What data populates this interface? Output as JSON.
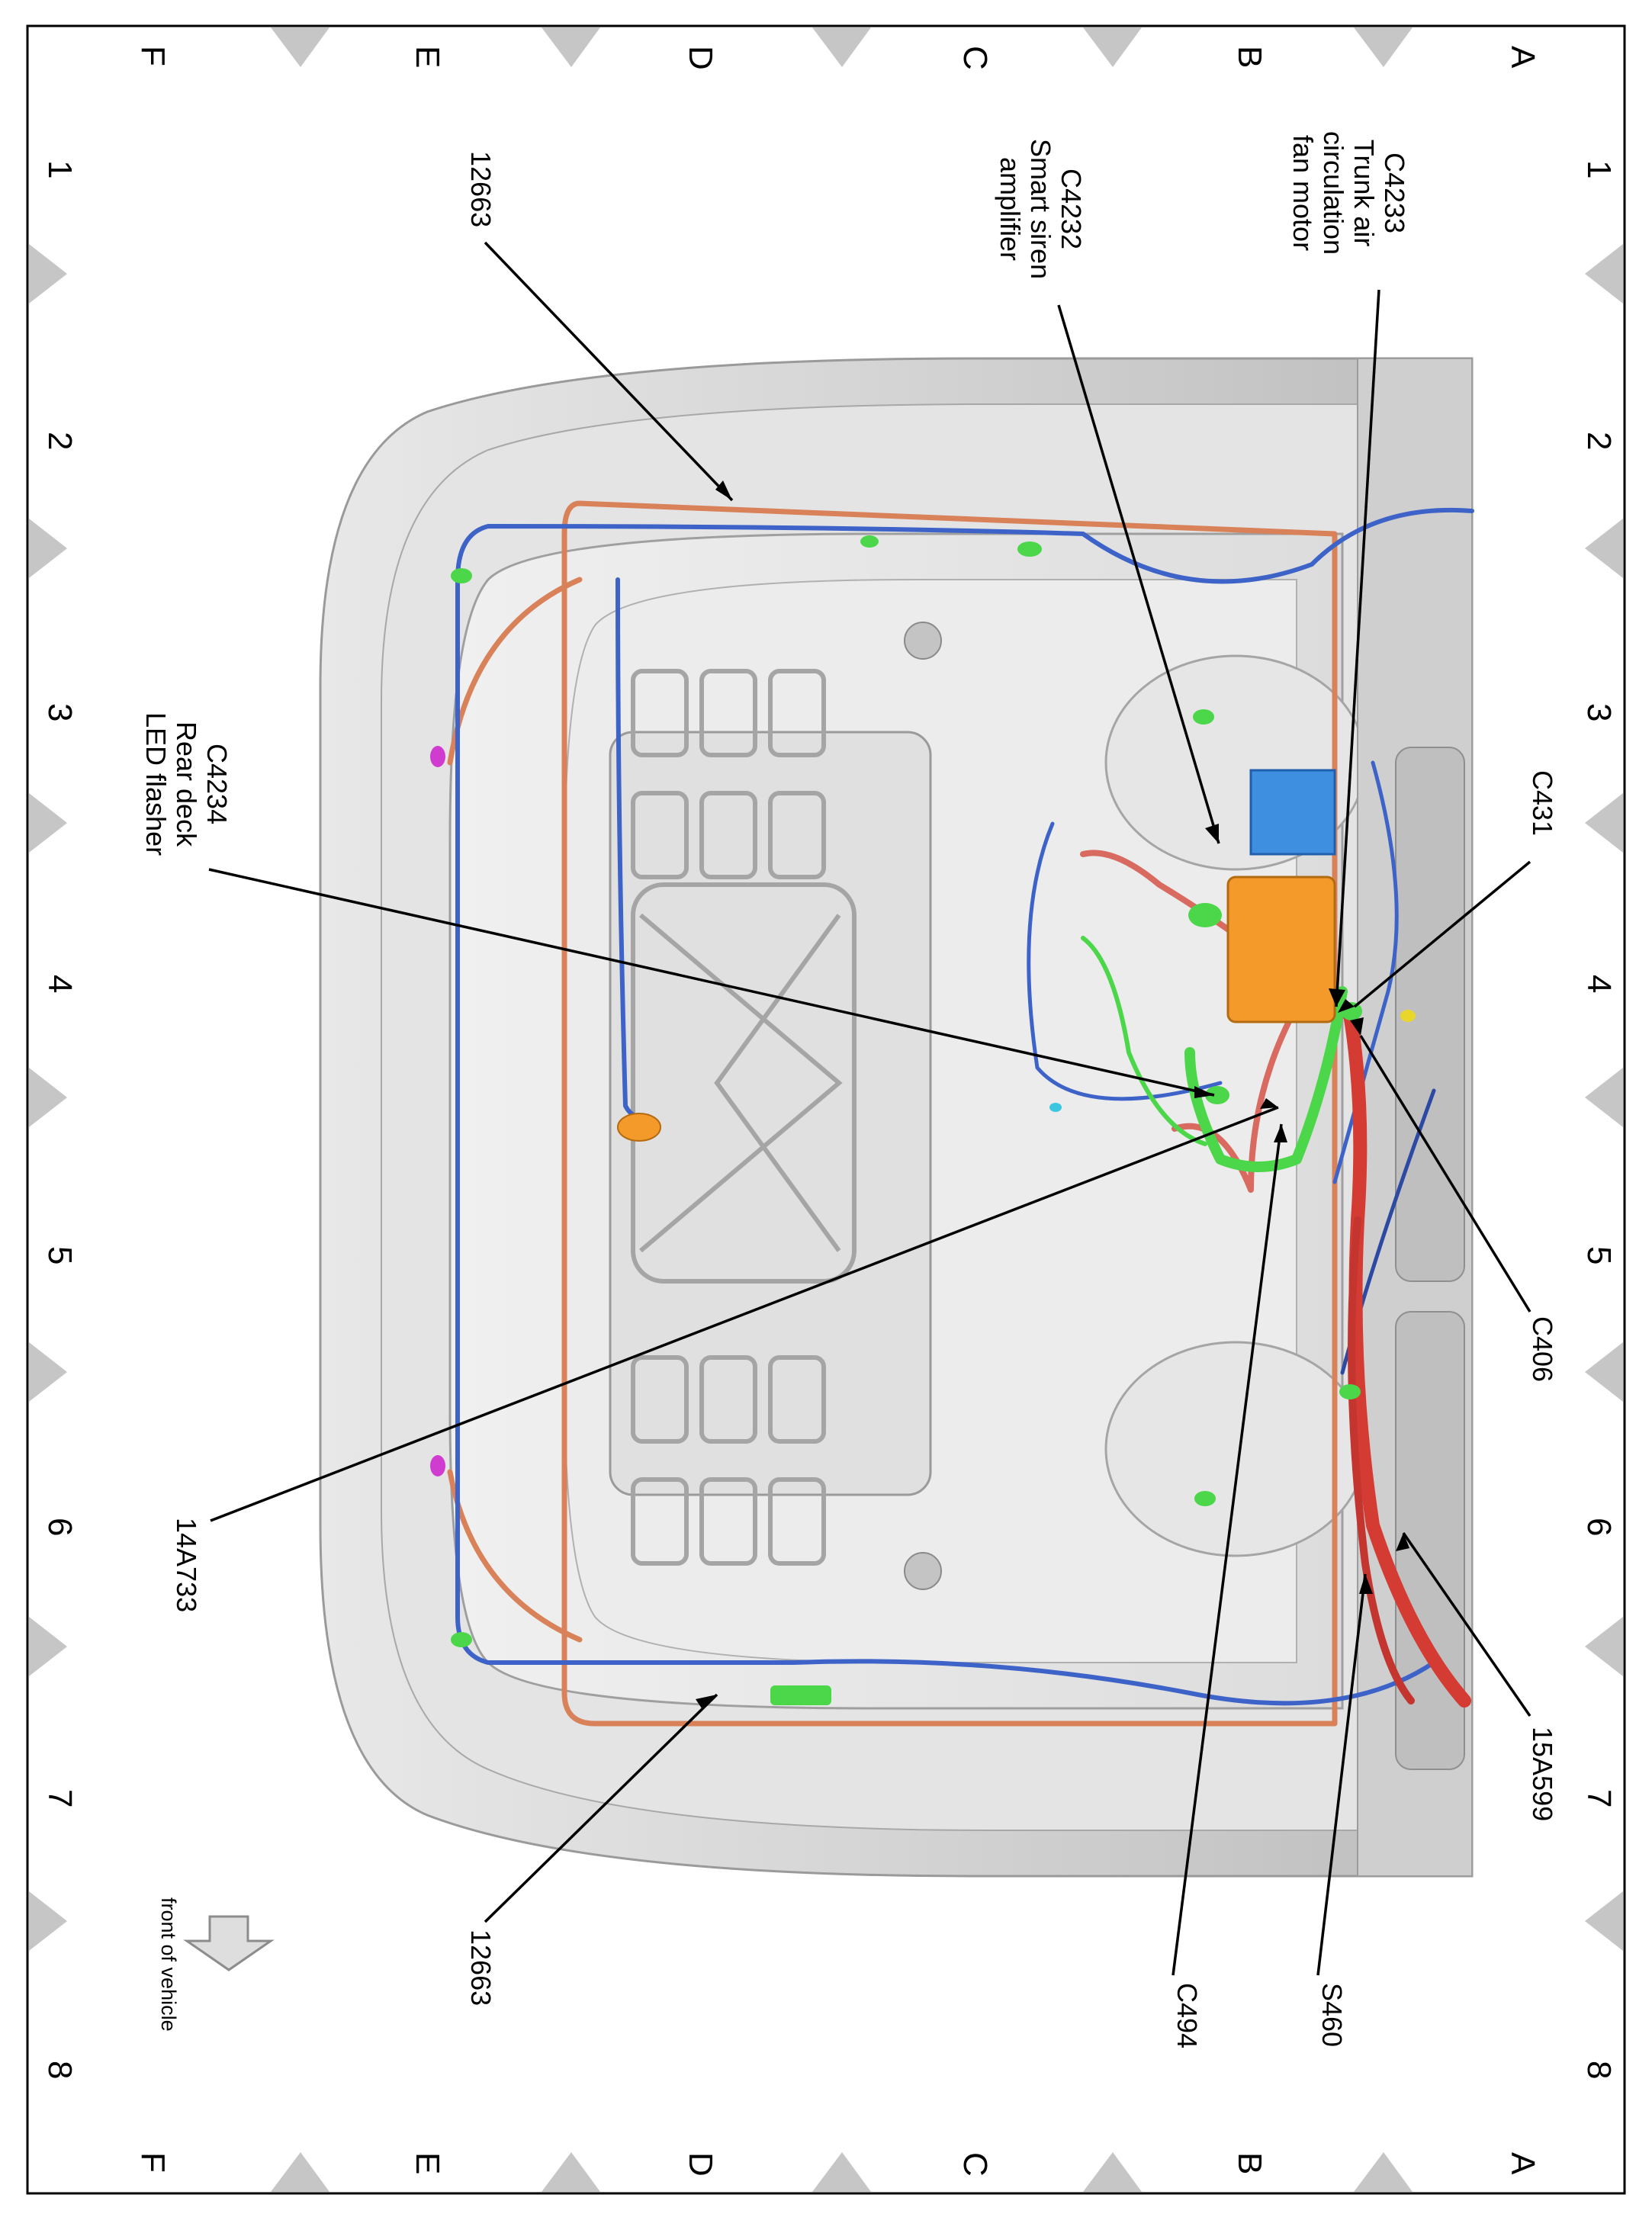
{
  "grid": {
    "rows": [
      "A",
      "B",
      "C",
      "D",
      "E",
      "F"
    ],
    "columns": [
      "1",
      "2",
      "3",
      "4",
      "5",
      "6",
      "7",
      "8"
    ]
  },
  "orientation": {
    "front_label": "front of vehicle",
    "arrow_icon": "right-arrow-icon"
  },
  "callouts": {
    "c4233": {
      "lines": [
        "C4233",
        "Trunk air",
        "circulation",
        "fan motor"
      ]
    },
    "c4232": {
      "lines": [
        "C4232",
        "Smart siren",
        "amplifier"
      ]
    },
    "c4234": {
      "lines": [
        "C4234",
        "Rear deck",
        "LED flasher"
      ]
    },
    "c431": {
      "label": "C431"
    },
    "c406": {
      "label": "C406"
    },
    "w12663_top": {
      "label": "12663"
    },
    "w12663_bottom": {
      "label": "12663"
    },
    "w14a733": {
      "label": "14A733"
    },
    "w15a599": {
      "label": "15A599"
    },
    "s460": {
      "label": "S460"
    },
    "c494": {
      "label": "C494"
    }
  },
  "colors": {
    "harness_orange": "#d9825a",
    "harness_blue": "#3d63c8",
    "harness_red": "#d43b32",
    "connector_green": "#4cd64a",
    "module_orange": "#f39a2a",
    "module_blue": "#3f8fe0",
    "body_grey": "#d9d9d9",
    "grid_marker": "#c6c6c6"
  }
}
